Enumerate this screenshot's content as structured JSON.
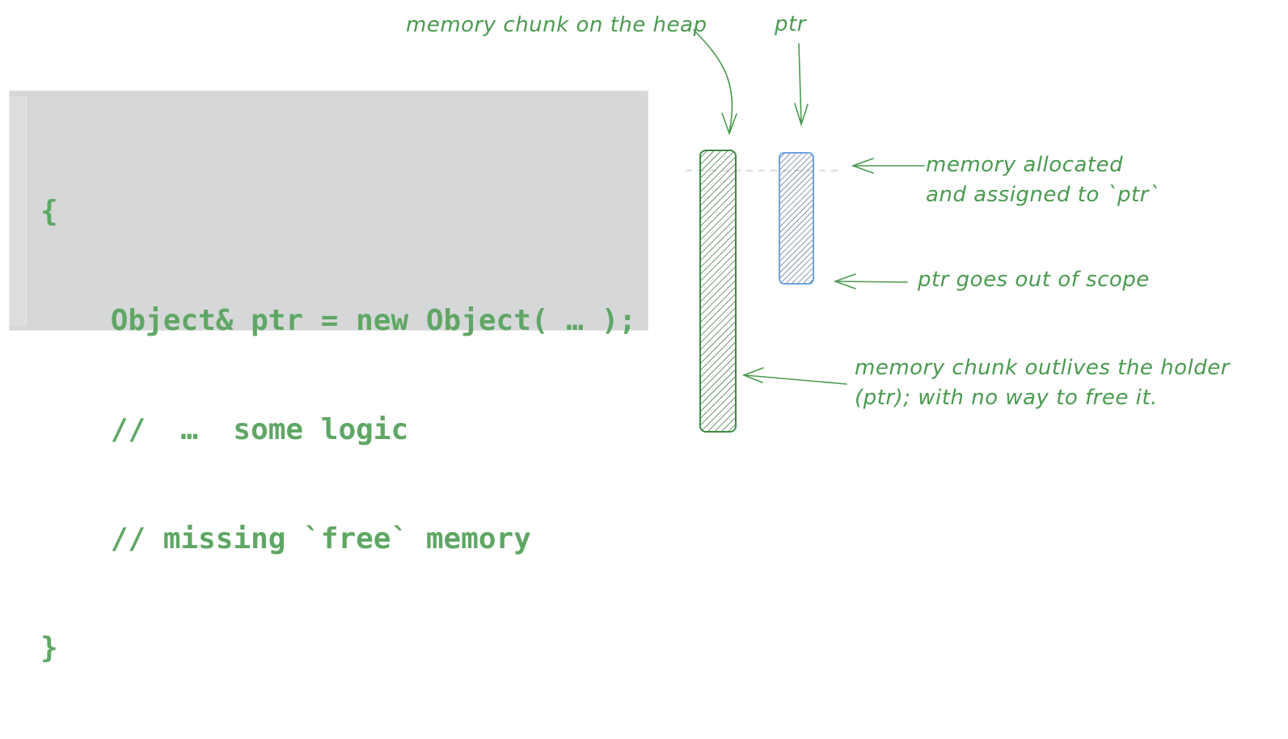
{
  "code": {
    "lines": [
      "{",
      "    Object& ptr = new Object( … );",
      "    //  …  some logic",
      "    // missing `free` memory",
      "}"
    ]
  },
  "labels": {
    "heap_chunk": "memory chunk on the heap",
    "ptr": "ptr",
    "allocated_line1": "memory allocated",
    "allocated_line2": "and assigned to `ptr`",
    "out_of_scope": "ptr goes out of scope",
    "outlives_line1": "memory chunk outlives the holder",
    "outlives_line2": "(ptr); with no way to free it."
  },
  "colors": {
    "code_text": "#5fa764",
    "annotation": "#4a9a50",
    "heap_block": "#2f7a35",
    "ptr_block": "#5b8fd6",
    "panel_bg": "#d6d7d9"
  }
}
